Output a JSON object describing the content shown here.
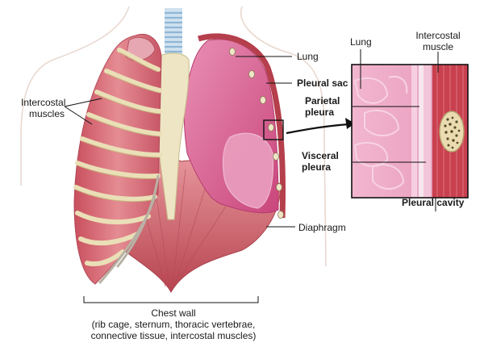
{
  "labels": {
    "lung": "Lung",
    "pleural_sac": "Pleural sac",
    "intercostal_muscles_l1": "Intercostal",
    "intercostal_muscles_l2": "muscles",
    "diaphragm": "Diaphragm",
    "chest_wall_title": "Chest wall",
    "chest_wall_d1": "(rib cage, sternum, thoracic vertebrae,",
    "chest_wall_d2": "connective tissue, intercostal muscles)"
  },
  "inset": {
    "lung": "Lung",
    "intercostal_muscle_l1": "Intercostal",
    "intercostal_muscle_l2": "muscle",
    "parietal_pleura_l1": "Parietal",
    "parietal_pleura_l2": "pleura",
    "visceral_pleura_l1": "Visceral",
    "visceral_pleura_l2": "pleura",
    "pleural_cavity": "Pleural cavity"
  },
  "colors": {
    "muscle": "#d9707a",
    "rib": "#e9deb8",
    "lung": "#d85c8e",
    "bone": "#ece4c4",
    "trachea": "#a9c9e2"
  }
}
